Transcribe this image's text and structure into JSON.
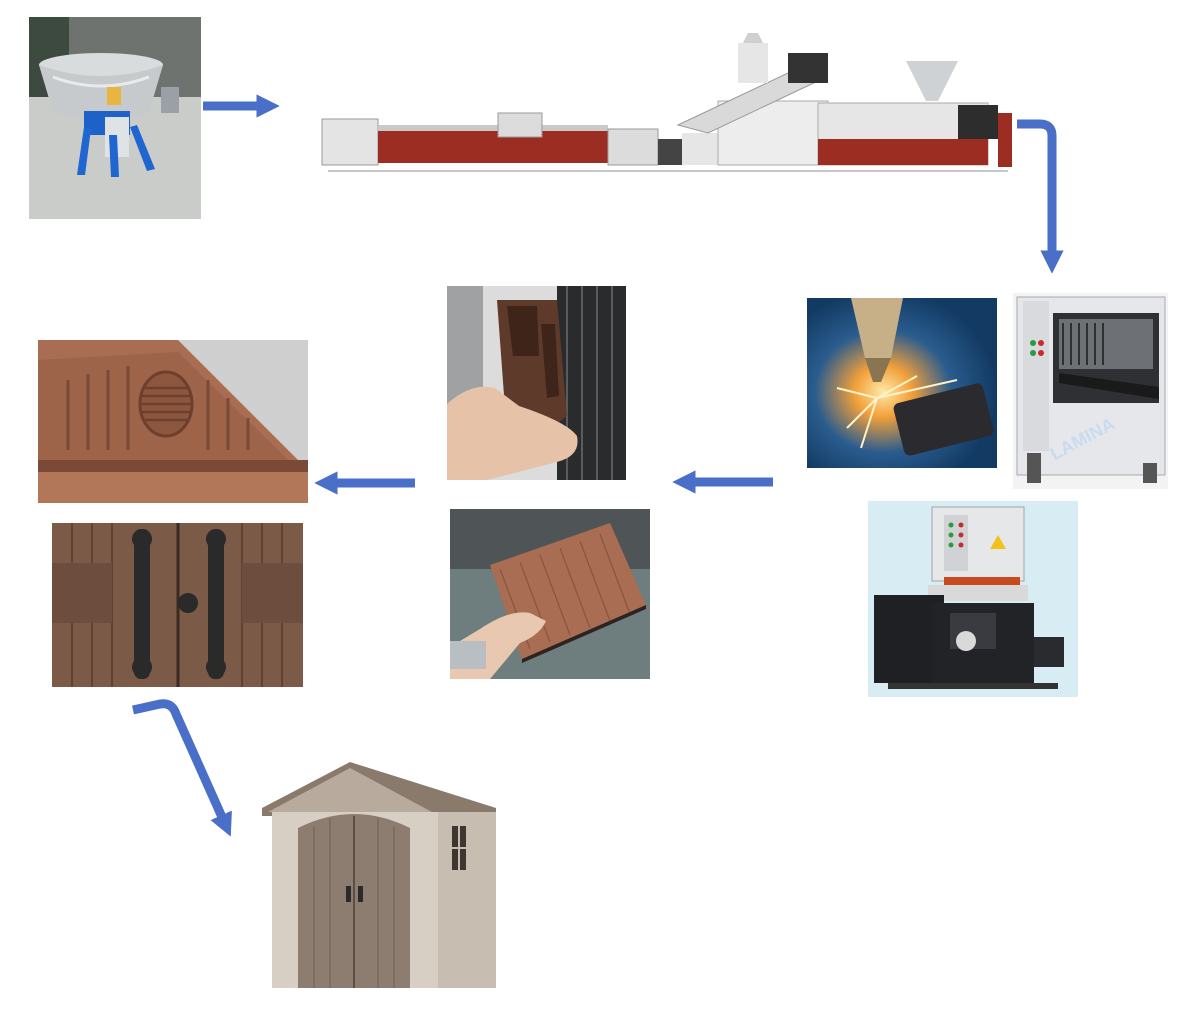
{
  "diagram": {
    "type": "process-flow",
    "accent_color": "#4a6fc9",
    "steps": [
      {
        "id": "mixer",
        "icon": "mixer-machine-photo"
      },
      {
        "id": "extrusion-line",
        "icon": "extrusion-line-photo"
      },
      {
        "id": "embossing-laser",
        "icon": "embossing-laser-photo"
      },
      {
        "id": "laminating-machine",
        "icon": "laminating-machine-photo",
        "label": "LAMINA"
      },
      {
        "id": "sanding-machine",
        "icon": "sanding-machine-photo"
      },
      {
        "id": "hollow-profile",
        "icon": "hollow-profile-photo"
      },
      {
        "id": "wood-grain-panel",
        "icon": "wood-grain-panel-photo"
      },
      {
        "id": "shed-gable",
        "icon": "shed-gable-photo"
      },
      {
        "id": "shed-door-handles",
        "icon": "shed-door-handles-photo"
      },
      {
        "id": "garden-shed",
        "icon": "garden-shed-photo"
      }
    ],
    "flow": [
      {
        "from": "mixer",
        "to": "extrusion-line"
      },
      {
        "from": "extrusion-line",
        "to": "embossing-laser"
      },
      {
        "from": "embossing-laser",
        "to": "hollow-profile"
      },
      {
        "from": "hollow-profile",
        "to": "shed-gable"
      },
      {
        "from": "shed-door-handles",
        "to": "garden-shed"
      }
    ]
  }
}
